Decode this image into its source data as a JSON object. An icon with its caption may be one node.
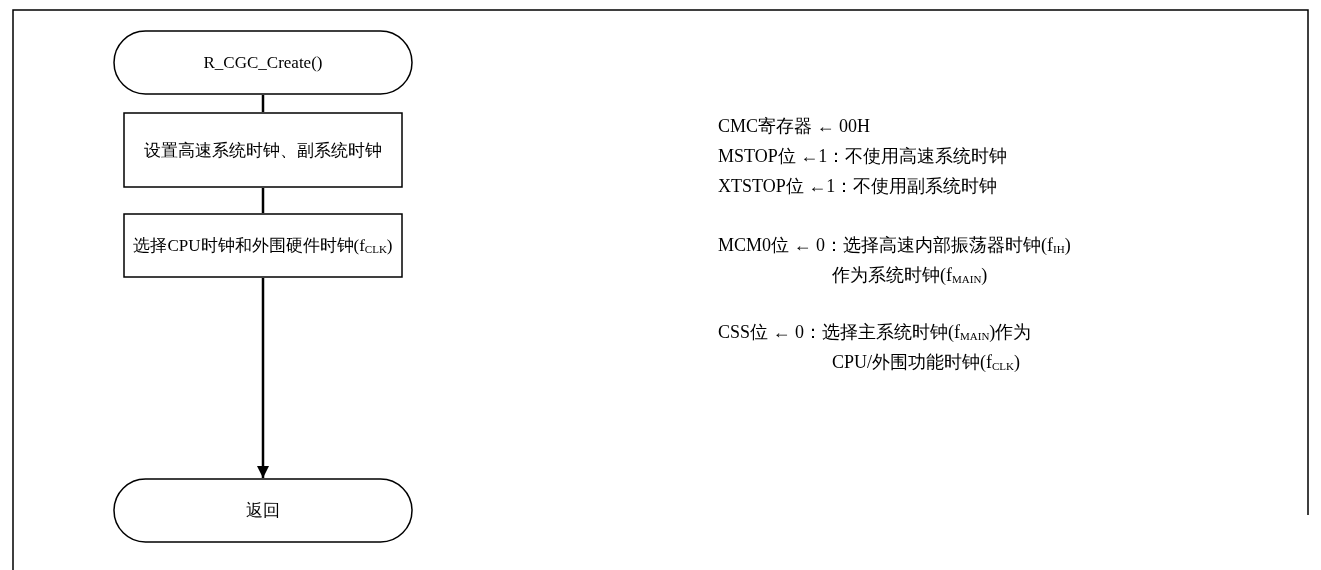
{
  "diagram": {
    "nodes": [
      {
        "text": [
          "R_CGC_Create()"
        ]
      },
      {
        "text": [
          "设置高速系统时钟、副系统时钟"
        ]
      },
      {
        "text": [
          "选择CPU时钟和外围硬件时钟(f$_{CLK}$)"
        ]
      },
      {
        "text": [
          "返回"
        ]
      }
    ],
    "edges": [
      {
        "from": 0,
        "to": 1,
        "arrow": "none"
      },
      {
        "from": 1,
        "to": 2,
        "arrow": "none"
      },
      {
        "from": 2,
        "to": 3,
        "arrow": "to"
      }
    ],
    "labels": [
      "CMC寄存器 ← 00H",
      "MSTOP位 ←1：不使用高速系统时钟",
      "XTSTOP位 ←1：不使用副系统时钟",
      "MCM0位 ← 0：选择高速内部振荡器时钟(f$_{IH}$)",
      "作为系统时钟(f$_{MAIN}$)",
      "CSS位 ← 0：选择主系统时钟(f$_{MAIN}$)作为",
      "CPU/外围功能时钟(f$_{CLK}$)"
    ]
  }
}
